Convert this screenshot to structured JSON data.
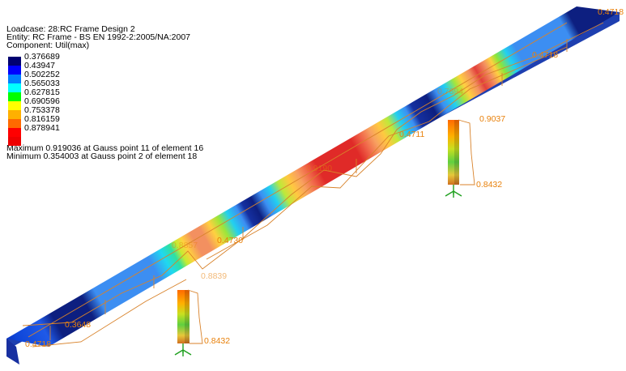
{
  "legend": {
    "loadcase": "Loadcase: 28:RC Frame Design 2",
    "entity": "Entity: RC Frame - BS EN 1992-2:2005/NA:2007",
    "component": "Component: Util(max)",
    "scale": [
      {
        "value": "0.376689",
        "color": "#000070"
      },
      {
        "value": "0.43947",
        "color": "#0000ff"
      },
      {
        "value": "0.502252",
        "color": "#0080ff"
      },
      {
        "value": "0.565033",
        "color": "#00ffff"
      },
      {
        "value": "0.627815",
        "color": "#00ff00"
      },
      {
        "value": "0.690596",
        "color": "#ffff00"
      },
      {
        "value": "0.753378",
        "color": "#ffb000"
      },
      {
        "value": "0.816159",
        "color": "#ff6a00"
      },
      {
        "value": "0.878941",
        "color": "#ff0000"
      }
    ],
    "maximum": "Maximum 0.919036 at Gauss point 11 of element 16",
    "minimum": "Minimum 0.354003 at Gauss point 2 of element 18"
  },
  "model": {
    "deck_labels": [
      "0.4718",
      "0.4718",
      "0.4711",
      "0.4730",
      "0.3648",
      "0.4718"
    ],
    "partial_labels": [
      "0.7894",
      "0.9037",
      "0.9190",
      "0.8857",
      "0.8839"
    ],
    "pier_labels": [
      "0.8432",
      "0.8432"
    ]
  },
  "colors": {
    "background": "#ffffff",
    "label_color": "#e8800a",
    "outline_color": "#d8822a",
    "support_color": "#1fa01f"
  }
}
